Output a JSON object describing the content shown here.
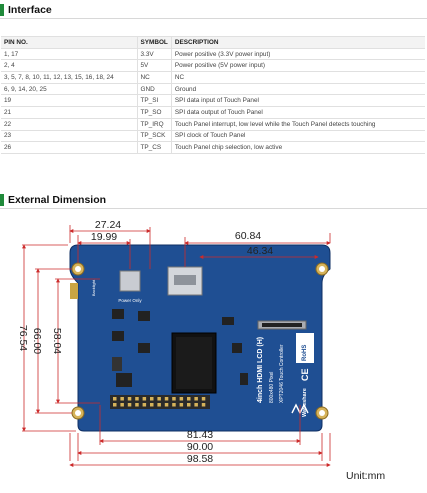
{
  "sections": {
    "interface": "Interface",
    "dimension": "External Dimension"
  },
  "table": {
    "headers": [
      "PIN NO.",
      "SYMBOL",
      "DESCRIPTION"
    ],
    "rows": [
      [
        "1, 17",
        "3.3V",
        "Power positive (3.3V power input)"
      ],
      [
        "2, 4",
        "5V",
        "Power positive (5V power input)"
      ],
      [
        "3, 5, 7, 8, 10, 11, 12, 13, 15, 16, 18, 24",
        "NC",
        "NC"
      ],
      [
        "6, 9, 14, 20, 25",
        "GND",
        "Ground"
      ],
      [
        "19",
        "TP_SI",
        "SPI data input of Touch Panel"
      ],
      [
        "21",
        "TP_SO",
        "SPI data output of Touch Panel"
      ],
      [
        "22",
        "TP_IRQ",
        "Touch Panel interrupt, low level while the Touch Panel detects touching"
      ],
      [
        "23",
        "TP_SCK",
        "SPI clock of Touch Panel"
      ],
      [
        "26",
        "TP_CS",
        "Touch Panel chip selection, low active"
      ]
    ]
  },
  "dimensions": {
    "top_left_outer": "27.24",
    "top_left_inner": "19.99",
    "top_right_outer": "60.84",
    "top_right_inner": "46.34",
    "left_outer": "76.54",
    "left_middle": "66.00",
    "left_inner": "58.04",
    "bottom_inner": "81.43",
    "bottom_middle": "90.00",
    "bottom_outer": "98.58",
    "unit": "Unit:mm"
  },
  "board": {
    "power_label": "Power Only",
    "backlight_label": "Backlight",
    "model": "4inch HDMI LCD (H)",
    "resolution": "800x480 Pixel",
    "controller": "XPT2046 Touch Controller",
    "brand": "Waveshare",
    "rohs": "RoHS",
    "ce": "CE"
  },
  "colors": {
    "accent_bar": "#1f8a3a",
    "pcb": "#1f4f93",
    "dim_line": "#cc2a2a"
  }
}
